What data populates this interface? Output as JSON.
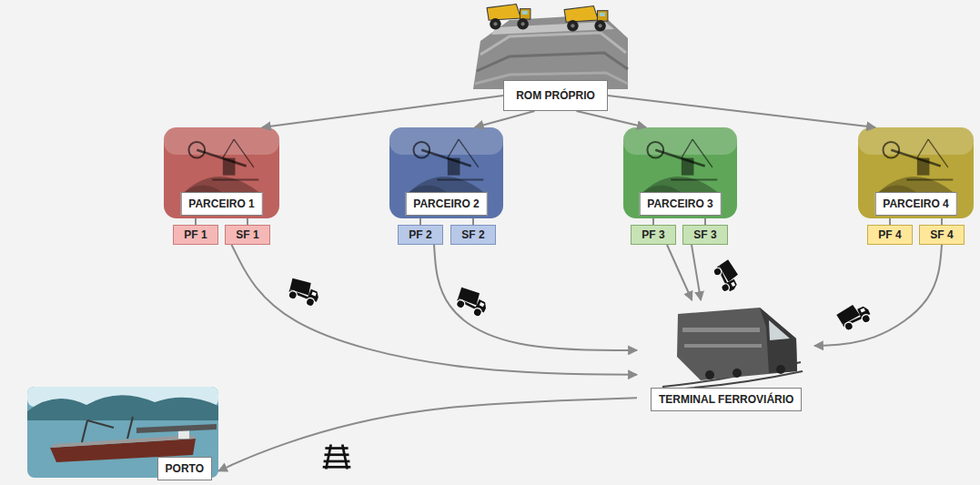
{
  "diagram": {
    "nodes": [
      {
        "text": [
          "ROM PRÓPRIO"
        ]
      },
      {
        "text": [
          "PARCEIRO 1"
        ]
      },
      {
        "text": [
          "PARCEIRO 2"
        ]
      },
      {
        "text": [
          "PARCEIRO 3"
        ]
      },
      {
        "text": [
          "PARCEIRO 4"
        ]
      },
      {
        "text": [
          "PF 1"
        ]
      },
      {
        "text": [
          "SF 1"
        ]
      },
      {
        "text": [
          "PF 2"
        ]
      },
      {
        "text": [
          "SF 2"
        ]
      },
      {
        "text": [
          "PF 3"
        ]
      },
      {
        "text": [
          "SF 3"
        ]
      },
      {
        "text": [
          "PF 4"
        ]
      },
      {
        "text": [
          "SF 4"
        ]
      },
      {
        "text": [
          "TERMINAL FERROVIÁRIO"
        ]
      },
      {
        "text": [
          "PORTO"
        ]
      }
    ],
    "edges": [
      {
        "from": 0,
        "to": 1,
        "arrow": "to"
      },
      {
        "from": 0,
        "to": 2,
        "arrow": "to"
      },
      {
        "from": 0,
        "to": 3,
        "arrow": "to"
      },
      {
        "from": 0,
        "to": 4,
        "arrow": "to"
      },
      {
        "from": 6,
        "to": 13,
        "arrow": "to"
      },
      {
        "from": 7,
        "to": 13,
        "arrow": "to"
      },
      {
        "from": 9,
        "to": 13,
        "arrow": "to"
      },
      {
        "from": 10,
        "to": 13,
        "arrow": "to"
      },
      {
        "from": 12,
        "to": 13,
        "arrow": "to"
      },
      {
        "from": 13,
        "to": 14,
        "arrow": "to"
      }
    ]
  }
}
